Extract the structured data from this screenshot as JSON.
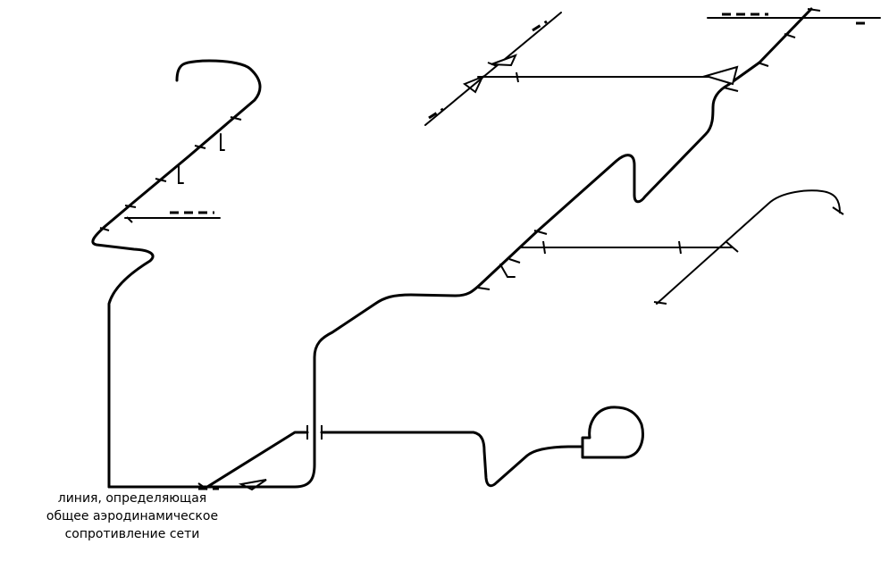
{
  "caption": {
    "line1": "линия, определяющая",
    "line2": "общее аэродинамическое",
    "line3": "сопротивление сети"
  },
  "colors": {
    "line": "#000000",
    "background": "#ffffff"
  }
}
